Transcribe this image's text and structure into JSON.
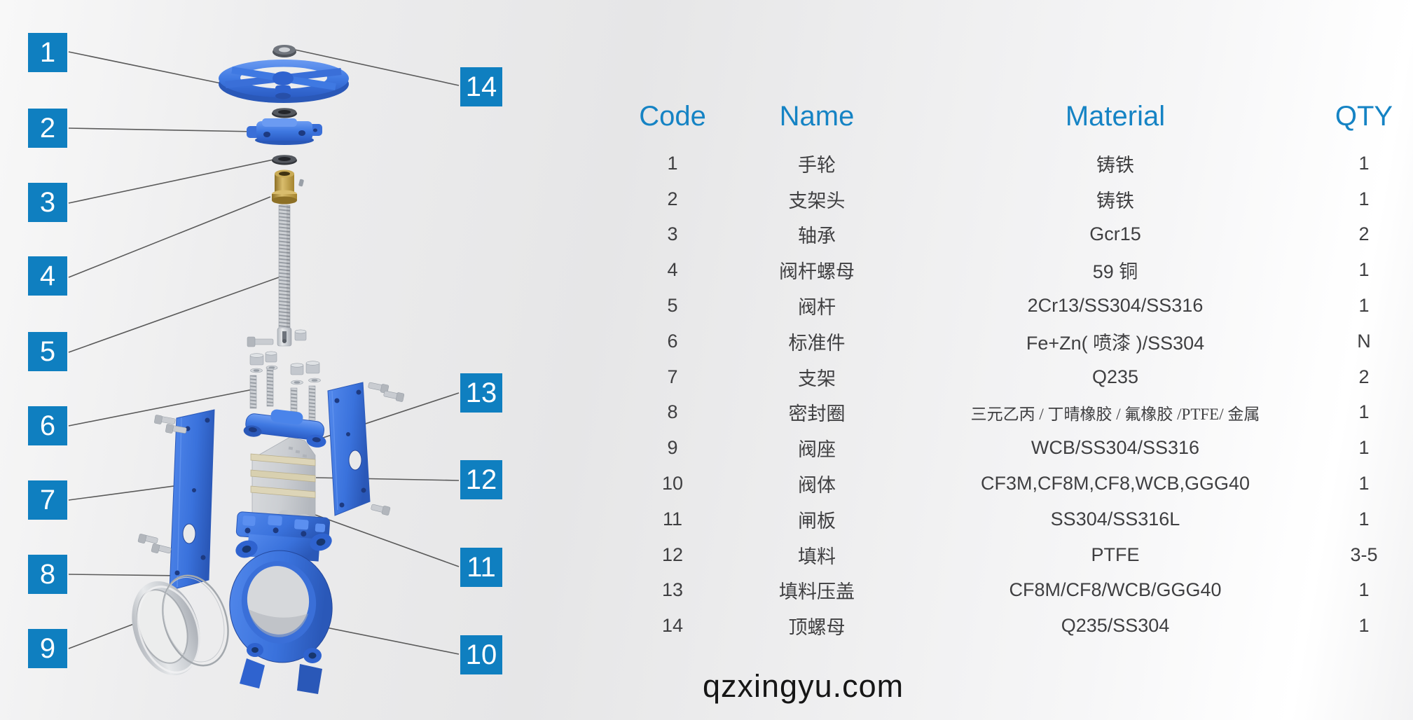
{
  "colors": {
    "accent_blue": "#1583c4",
    "callout_blue": "#0f7fc0",
    "part_blue": "#3a76e0",
    "metal_gray": "#c3c7cd",
    "brass": "#c2a44e",
    "leader_line": "#5a5a5a",
    "text_dark": "#3f3f41"
  },
  "diagram": {
    "callouts": [
      {
        "label": "1"
      },
      {
        "label": "2"
      },
      {
        "label": "3"
      },
      {
        "label": "4"
      },
      {
        "label": "5"
      },
      {
        "label": "6"
      },
      {
        "label": "7"
      },
      {
        "label": "8"
      },
      {
        "label": "9"
      },
      {
        "label": "10"
      },
      {
        "label": "11"
      },
      {
        "label": "12"
      },
      {
        "label": "13"
      },
      {
        "label": "14"
      }
    ]
  },
  "table": {
    "headers": {
      "code": "Code",
      "name": "Name",
      "material": "Material",
      "qty": "QTY"
    },
    "rows": [
      {
        "code": "1",
        "name": "手轮",
        "material": "铸铁",
        "qty": "1"
      },
      {
        "code": "2",
        "name": "支架头",
        "material": "铸铁",
        "qty": "1"
      },
      {
        "code": "3",
        "name": "轴承",
        "material": "Gcr15",
        "qty": "2"
      },
      {
        "code": "4",
        "name": "阀杆螺母",
        "material": "59 铜",
        "qty": "1"
      },
      {
        "code": "5",
        "name": "阀杆",
        "material": "2Cr13/SS304/SS316",
        "qty": "1"
      },
      {
        "code": "6",
        "name": "标准件",
        "material": "Fe+Zn( 喷漆 )/SS304",
        "qty": "N"
      },
      {
        "code": "7",
        "name": "支架",
        "material": "Q235",
        "qty": "2"
      },
      {
        "code": "8",
        "name": "密封圈",
        "material": "三元乙丙 / 丁晴橡胶 / 氟橡胶 /PTFE/ 金属",
        "qty": "1"
      },
      {
        "code": "9",
        "name": "阀座",
        "material": "WCB/SS304/SS316",
        "qty": "1"
      },
      {
        "code": "10",
        "name": "阀体",
        "material": "CF3M,CF8M,CF8,WCB,GGG40",
        "qty": "1"
      },
      {
        "code": "11",
        "name": "闸板",
        "material": "SS304/SS316L",
        "qty": "1"
      },
      {
        "code": "12",
        "name": "填料",
        "material": "PTFE",
        "qty": "3-5"
      },
      {
        "code": "13",
        "name": "填料压盖",
        "material": "CF8M/CF8/WCB/GGG40",
        "qty": "1"
      },
      {
        "code": "14",
        "name": "顶螺母",
        "material": "Q235/SS304",
        "qty": "1"
      }
    ]
  },
  "watermark": "qzxingyu.com"
}
